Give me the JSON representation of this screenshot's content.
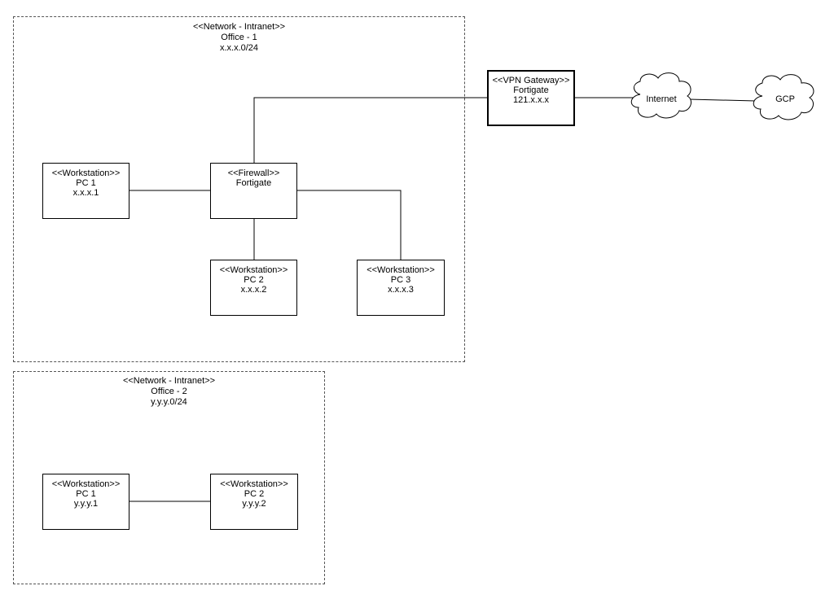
{
  "networks": [
    {
      "stereotype": "<<Network - Intranet>>",
      "name": "Office - 1",
      "subnet": "x.x.x.0/24"
    },
    {
      "stereotype": "<<Network - Intranet>>",
      "name": "Office - 2",
      "subnet": "y.y.y.0/24"
    }
  ],
  "vpn_gateway": {
    "stereotype": "<<VPN Gateway>>",
    "name": "Fortigate",
    "address": "121.x.x.x"
  },
  "clouds": {
    "internet": "Internet",
    "gcp": "GCP"
  },
  "office1": {
    "firewall": {
      "stereotype": "<<Firewall>>",
      "name": "Fortigate"
    },
    "pc1": {
      "stereotype": "<<Workstation>>",
      "name": "PC 1",
      "address": "x.x.x.1"
    },
    "pc2": {
      "stereotype": "<<Workstation>>",
      "name": "PC 2",
      "address": "x.x.x.2"
    },
    "pc3": {
      "stereotype": "<<Workstation>>",
      "name": "PC 3",
      "address": "x.x.x.3"
    }
  },
  "office2": {
    "pc1": {
      "stereotype": "<<Workstation>>",
      "name": "PC 1",
      "address": "y.y.y.1"
    },
    "pc2": {
      "stereotype": "<<Workstation>>",
      "name": "PC 2",
      "address": "y.y.y.2"
    }
  }
}
